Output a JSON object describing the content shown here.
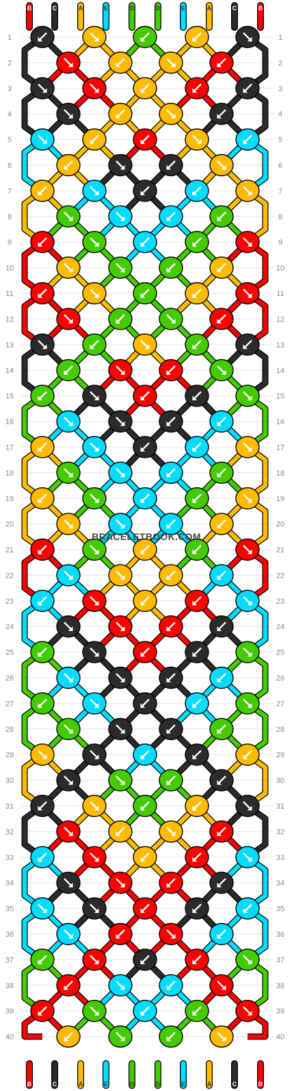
{
  "watermark": "BRACELETBOOK.COM",
  "colors": {
    "B": "#ff0000",
    "C": "#2b2b2b",
    "A": "#ffbb00",
    "E": "#00ddff",
    "D": "#44cc00"
  },
  "label_text_colors": {
    "B": "#ffffff",
    "C": "#ffffff",
    "A": "#333333",
    "E": "#333333",
    "D": "#333333"
  },
  "strands_top": [
    "B",
    "C",
    "A",
    "E",
    "D",
    "D",
    "E",
    "A",
    "C",
    "B"
  ],
  "strands_bottom": [
    "B",
    "C",
    "A",
    "E",
    "D",
    "D",
    "E",
    "A",
    "C",
    "B"
  ],
  "row_numbers": [
    "1",
    "2",
    "3",
    "4",
    "5",
    "6",
    "7",
    "8",
    "9",
    "10",
    "11",
    "12",
    "13",
    "14",
    "15",
    "16",
    "17",
    "18",
    "19",
    "20",
    "21",
    "22",
    "23",
    "24",
    "25",
    "26",
    "27",
    "28",
    "29",
    "30",
    "31",
    "32",
    "33",
    "34",
    "35",
    "36",
    "37",
    "38",
    "39",
    "40"
  ],
  "knot_rows": [
    [
      [
        "C",
        "SW"
      ],
      [
        "A",
        "SE"
      ],
      [
        "D",
        "SW"
      ],
      [
        "A",
        "SW"
      ],
      [
        "C",
        "SE"
      ]
    ],
    [
      [
        "B",
        "SE"
      ],
      [
        "A",
        "SW"
      ],
      [
        "A",
        "SE"
      ],
      [
        "B",
        "SW"
      ]
    ],
    [
      [
        "C",
        "SE"
      ],
      [
        "B",
        "SE"
      ],
      [
        "A",
        "SW"
      ],
      [
        "B",
        "SW"
      ],
      [
        "C",
        "SW"
      ]
    ],
    [
      [
        "C",
        "SE"
      ],
      [
        "A",
        "SW"
      ],
      [
        "A",
        "SE"
      ],
      [
        "C",
        "SW"
      ]
    ],
    [
      [
        "E",
        "SE"
      ],
      [
        "A",
        "SW"
      ],
      [
        "B",
        "SW"
      ],
      [
        "A",
        "SE"
      ],
      [
        "E",
        "SW"
      ]
    ],
    [
      [
        "A",
        "SW"
      ],
      [
        "C",
        "SE"
      ],
      [
        "C",
        "SW"
      ],
      [
        "A",
        "SE"
      ]
    ],
    [
      [
        "A",
        "SW"
      ],
      [
        "E",
        "SE"
      ],
      [
        "C",
        "SW"
      ],
      [
        "E",
        "SW"
      ],
      [
        "A",
        "SE"
      ]
    ],
    [
      [
        "D",
        "SE"
      ],
      [
        "E",
        "SE"
      ],
      [
        "E",
        "SW"
      ],
      [
        "D",
        "SW"
      ]
    ],
    [
      [
        "B",
        "SW"
      ],
      [
        "D",
        "SE"
      ],
      [
        "E",
        "SW"
      ],
      [
        "D",
        "SW"
      ],
      [
        "B",
        "SE"
      ]
    ],
    [
      [
        "A",
        "SE"
      ],
      [
        "D",
        "SE"
      ],
      [
        "D",
        "SW"
      ],
      [
        "A",
        "SW"
      ]
    ],
    [
      [
        "B",
        "SW"
      ],
      [
        "A",
        "SE"
      ],
      [
        "D",
        "SW"
      ],
      [
        "A",
        "SW"
      ],
      [
        "B",
        "SE"
      ]
    ],
    [
      [
        "B",
        "SE"
      ],
      [
        "D",
        "SW"
      ],
      [
        "D",
        "SE"
      ],
      [
        "B",
        "SW"
      ]
    ],
    [
      [
        "C",
        "SE"
      ],
      [
        "D",
        "SW"
      ],
      [
        "A",
        "SE"
      ],
      [
        "D",
        "SW"
      ],
      [
        "C",
        "SW"
      ]
    ],
    [
      [
        "D",
        "SW"
      ],
      [
        "B",
        "SE"
      ],
      [
        "B",
        "SW"
      ],
      [
        "D",
        "SE"
      ]
    ],
    [
      [
        "D",
        "SW"
      ],
      [
        "C",
        "SE"
      ],
      [
        "B",
        "SW"
      ],
      [
        "C",
        "SW"
      ],
      [
        "D",
        "SE"
      ]
    ],
    [
      [
        "E",
        "SE"
      ],
      [
        "C",
        "SE"
      ],
      [
        "C",
        "SW"
      ],
      [
        "E",
        "SW"
      ]
    ],
    [
      [
        "A",
        "SW"
      ],
      [
        "E",
        "SE"
      ],
      [
        "C",
        "SW"
      ],
      [
        "E",
        "SW"
      ],
      [
        "A",
        "SE"
      ]
    ],
    [
      [
        "D",
        "SE"
      ],
      [
        "E",
        "SE"
      ],
      [
        "E",
        "SW"
      ],
      [
        "D",
        "SW"
      ]
    ],
    [
      [
        "A",
        "SW"
      ],
      [
        "D",
        "SE"
      ],
      [
        "E",
        "SW"
      ],
      [
        "D",
        "SW"
      ],
      [
        "A",
        "SE"
      ]
    ],
    [
      [
        "A",
        "SE"
      ],
      [
        "E",
        "SE"
      ],
      [
        "E",
        "SW"
      ],
      [
        "A",
        "SW"
      ]
    ],
    [
      [
        "B",
        "SW"
      ],
      [
        "D",
        "SE"
      ],
      [
        "A",
        "SW"
      ],
      [
        "D",
        "SW"
      ],
      [
        "B",
        "SE"
      ]
    ],
    [
      [
        "E",
        "SE"
      ],
      [
        "A",
        "SE"
      ],
      [
        "A",
        "SW"
      ],
      [
        "E",
        "SW"
      ]
    ],
    [
      [
        "E",
        "SW"
      ],
      [
        "B",
        "SE"
      ],
      [
        "A",
        "SW"
      ],
      [
        "B",
        "SW"
      ],
      [
        "E",
        "SE"
      ]
    ],
    [
      [
        "C",
        "SE"
      ],
      [
        "B",
        "SE"
      ],
      [
        "B",
        "SW"
      ],
      [
        "C",
        "SW"
      ]
    ],
    [
      [
        "D",
        "SW"
      ],
      [
        "C",
        "SE"
      ],
      [
        "B",
        "SW"
      ],
      [
        "C",
        "SW"
      ],
      [
        "D",
        "SE"
      ]
    ],
    [
      [
        "E",
        "SE"
      ],
      [
        "C",
        "SE"
      ],
      [
        "C",
        "SW"
      ],
      [
        "E",
        "SW"
      ]
    ],
    [
      [
        "D",
        "SW"
      ],
      [
        "E",
        "SE"
      ],
      [
        "C",
        "SW"
      ],
      [
        "E",
        "SW"
      ],
      [
        "D",
        "SE"
      ]
    ],
    [
      [
        "D",
        "SE"
      ],
      [
        "C",
        "SE"
      ],
      [
        "C",
        "SW"
      ],
      [
        "D",
        "SW"
      ]
    ],
    [
      [
        "A",
        "SE"
      ],
      [
        "C",
        "SE"
      ],
      [
        "E",
        "SW"
      ],
      [
        "C",
        "SW"
      ],
      [
        "A",
        "SW"
      ]
    ],
    [
      [
        "C",
        "SE"
      ],
      [
        "D",
        "SE"
      ],
      [
        "D",
        "SW"
      ],
      [
        "C",
        "SW"
      ]
    ],
    [
      [
        "C",
        "SW"
      ],
      [
        "A",
        "SE"
      ],
      [
        "D",
        "SW"
      ],
      [
        "A",
        "SW"
      ],
      [
        "C",
        "SE"
      ]
    ],
    [
      [
        "B",
        "SE"
      ],
      [
        "A",
        "SW"
      ],
      [
        "A",
        "SE"
      ],
      [
        "B",
        "SW"
      ]
    ],
    [
      [
        "E",
        "SW"
      ],
      [
        "B",
        "SE"
      ],
      [
        "A",
        "SW"
      ],
      [
        "B",
        "SW"
      ],
      [
        "E",
        "SE"
      ]
    ],
    [
      [
        "C",
        "SE"
      ],
      [
        "B",
        "SE"
      ],
      [
        "B",
        "SW"
      ],
      [
        "C",
        "SW"
      ]
    ],
    [
      [
        "E",
        "SE"
      ],
      [
        "C",
        "SE"
      ],
      [
        "B",
        "SW"
      ],
      [
        "C",
        "SW"
      ],
      [
        "E",
        "SW"
      ]
    ],
    [
      [
        "E",
        "SE"
      ],
      [
        "B",
        "SW"
      ],
      [
        "B",
        "SE"
      ],
      [
        "E",
        "SW"
      ]
    ],
    [
      [
        "D",
        "SW"
      ],
      [
        "B",
        "SE"
      ],
      [
        "C",
        "SW"
      ],
      [
        "B",
        "SW"
      ],
      [
        "D",
        "SE"
      ]
    ],
    [
      [
        "B",
        "SW"
      ],
      [
        "E",
        "SE"
      ],
      [
        "E",
        "SW"
      ],
      [
        "B",
        "SE"
      ]
    ],
    [
      [
        "B",
        "SW"
      ],
      [
        "D",
        "SE"
      ],
      [
        "E",
        "SW"
      ],
      [
        "D",
        "SW"
      ],
      [
        "B",
        "SE"
      ]
    ],
    [
      [
        "A",
        "SW"
      ],
      [
        "D",
        "SE"
      ],
      [
        "D",
        "SW"
      ],
      [
        "A",
        "SE"
      ]
    ]
  ]
}
